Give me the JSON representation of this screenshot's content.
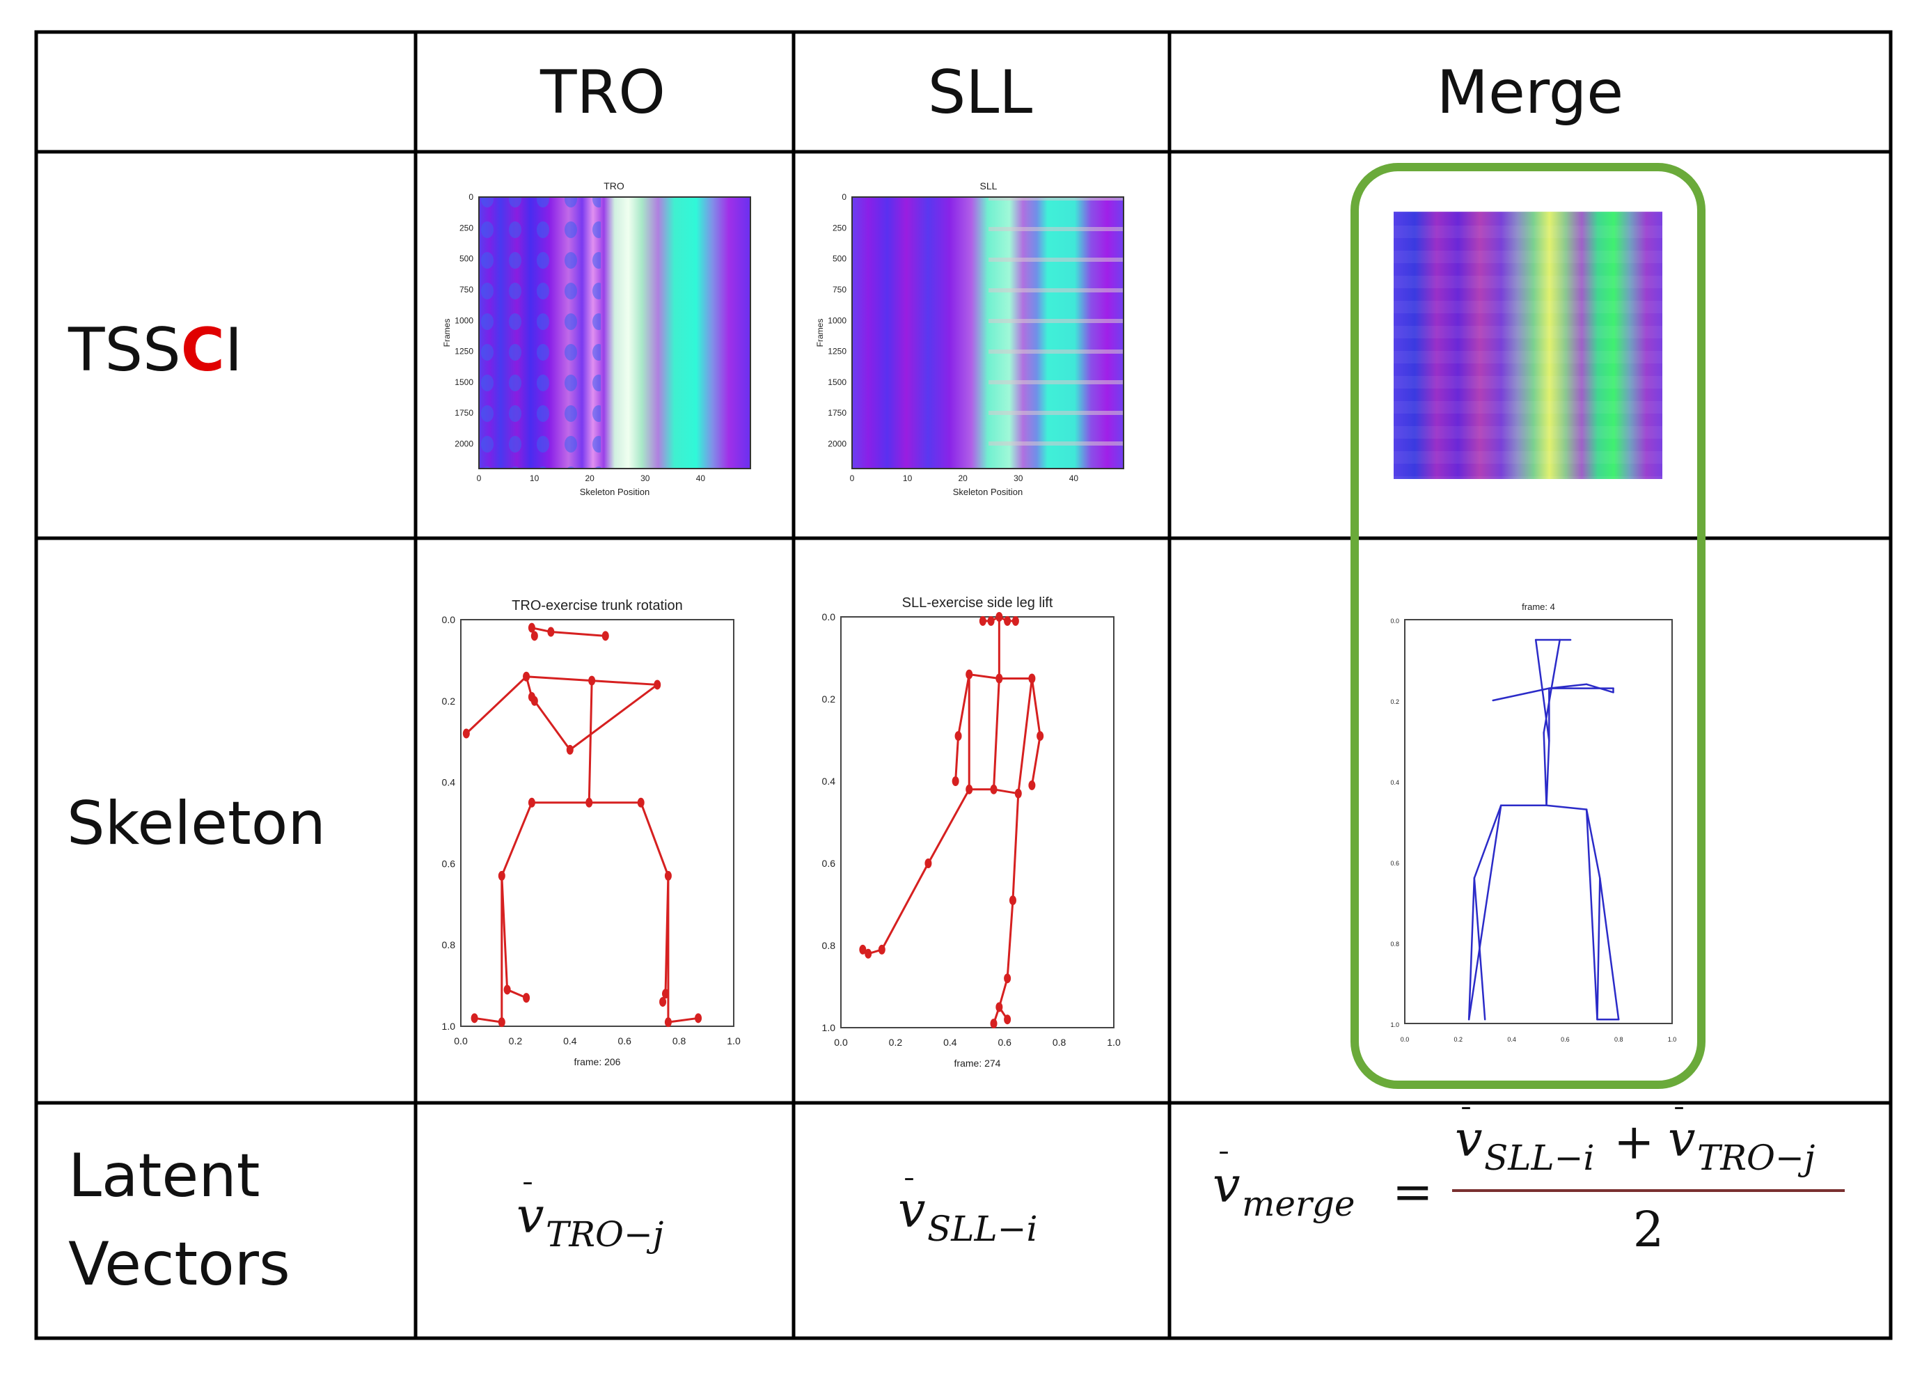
{
  "headers": {
    "col1": "TRO",
    "col2": "SLL",
    "col3": "Merge"
  },
  "rows": {
    "tssci": {
      "prefix": "TSS",
      "highlight": "C",
      "suffix": "I"
    },
    "skeleton": "Skeleton",
    "latent_line1": "Latent",
    "latent_line2": "Vectors"
  },
  "heatmaps": {
    "tro": {
      "title": "TRO",
      "ylabel": "Frames",
      "xlabel": "Skeleton Position",
      "yticks": [
        "0",
        "250",
        "500",
        "750",
        "1000",
        "1250",
        "1500",
        "1750",
        "2000"
      ],
      "xticks": [
        "0",
        "10",
        "20",
        "30",
        "40"
      ]
    },
    "sll": {
      "title": "SLL",
      "ylabel": "Frames",
      "xlabel": "Skeleton Position",
      "yticks": [
        "0",
        "250",
        "500",
        "750",
        "1000",
        "1250",
        "1500",
        "1750",
        "2000"
      ],
      "xticks": [
        "0",
        "10",
        "20",
        "30",
        "40"
      ]
    }
  },
  "skeletons": {
    "tro": {
      "title": "TRO-exercise trunk rotation",
      "caption": "frame: 206",
      "color": "#d62020",
      "ticks": [
        "0.0",
        "0.2",
        "0.4",
        "0.6",
        "0.8",
        "1.0"
      ]
    },
    "sll": {
      "title": "SLL-exercise side leg lift",
      "caption": "frame: 274",
      "color": "#d62020",
      "ticks": [
        "0.0",
        "0.2",
        "0.4",
        "0.6",
        "0.8",
        "1.0"
      ]
    },
    "merge": {
      "title": "frame: 4",
      "color": "#2b2bc8",
      "ticks": [
        "0.0",
        "0.2",
        "0.4",
        "0.6",
        "0.8",
        "1.0"
      ]
    }
  },
  "latent": {
    "tro": {
      "base": "v",
      "sub": "TRO−j"
    },
    "sll": {
      "base": "v",
      "sub": "SLL−i"
    },
    "merge": {
      "lhs_base": "v",
      "lhs_sub": "merge",
      "equals": "=",
      "num1_base": "v",
      "num1_sub": "SLL−i",
      "plus": "+",
      "num2_base": "v",
      "num2_sub": "TRO−j",
      "den": "2"
    }
  },
  "colors": {
    "border": "#000000",
    "highlight": "#e00000",
    "merge_box": "#6aaa3a",
    "skeleton_red": "#d62020",
    "skeleton_blue": "#2b2bc8"
  }
}
